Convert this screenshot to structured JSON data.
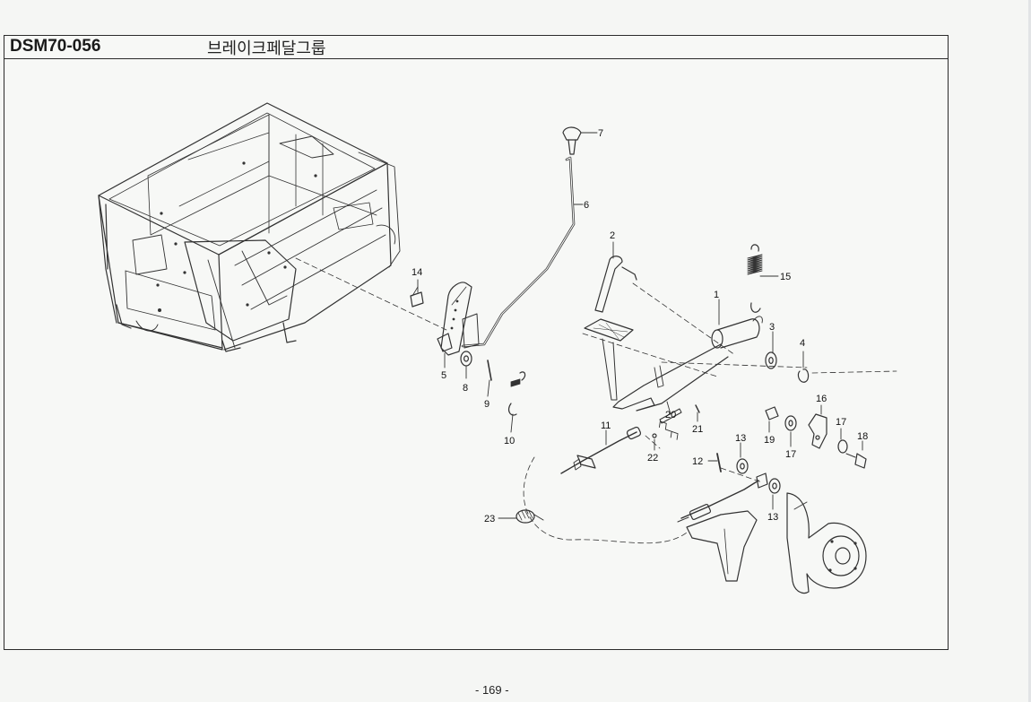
{
  "header": {
    "code": "DSM70-056",
    "title": "브레이크페달그룹"
  },
  "footer": {
    "page_number": "- 169 -"
  },
  "callouts": [
    "1",
    "2",
    "3",
    "4",
    "5",
    "6",
    "7",
    "8",
    "9",
    "10",
    "11",
    "12",
    "13",
    "13",
    "14",
    "15",
    "16",
    "17",
    "17",
    "18",
    "19",
    "20",
    "21",
    "22",
    "23"
  ]
}
